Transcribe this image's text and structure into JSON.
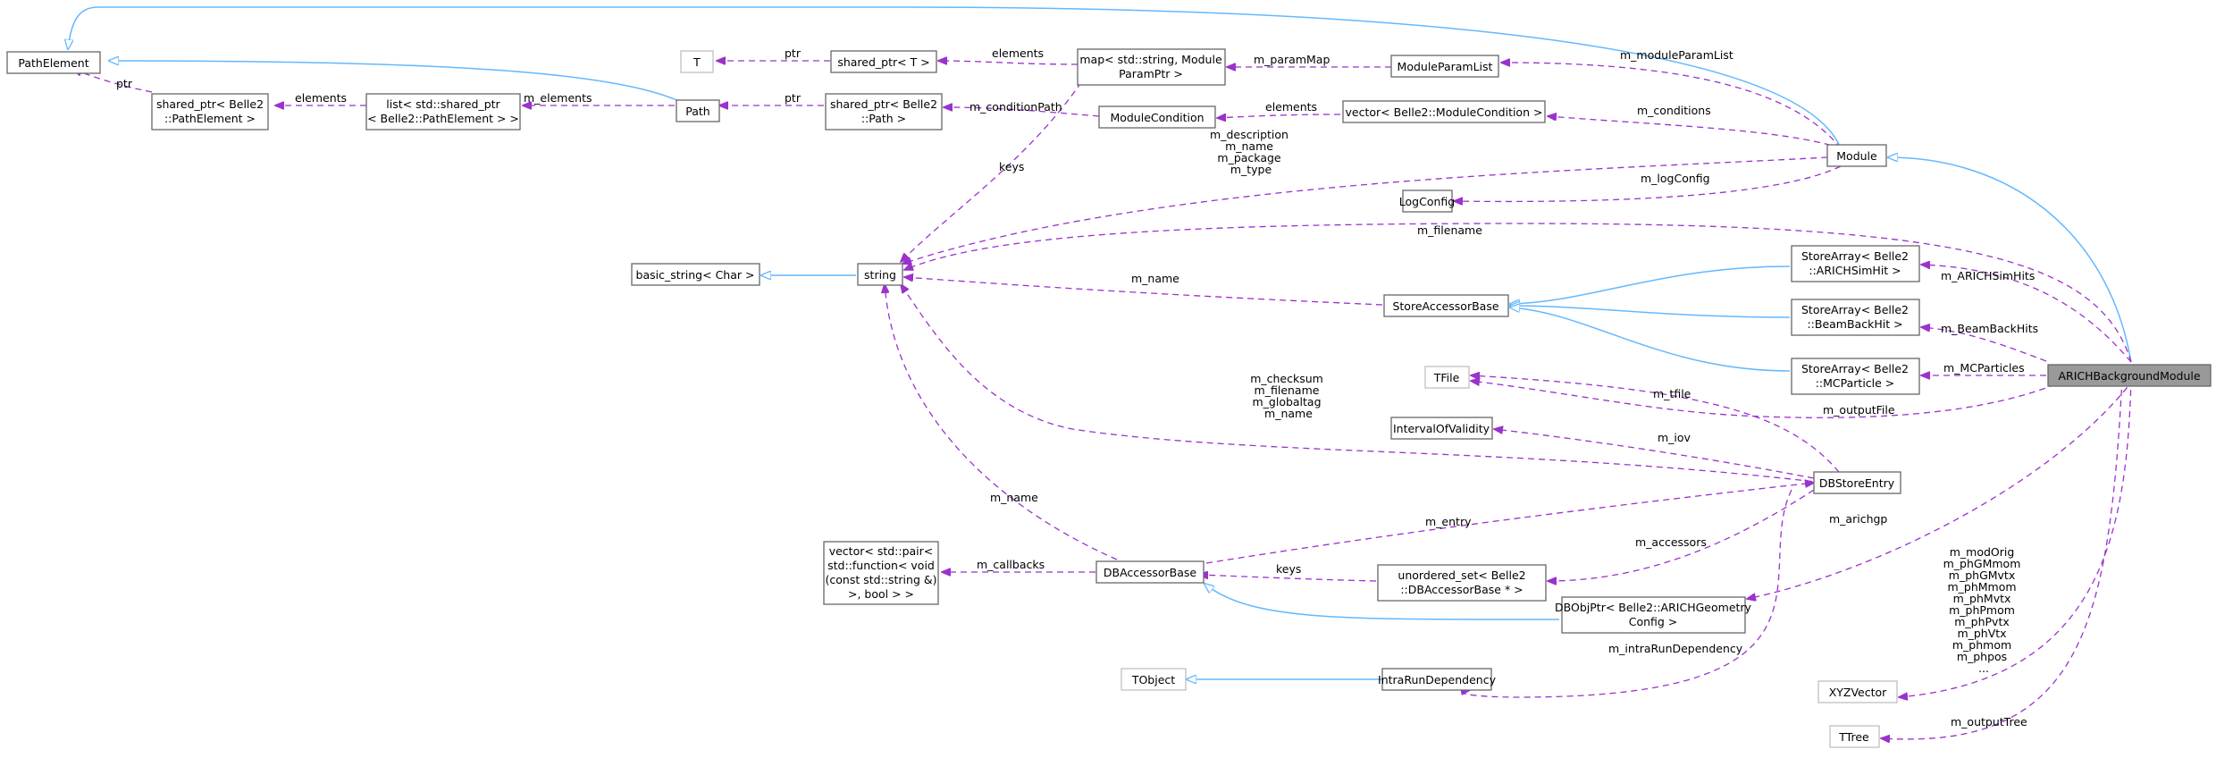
{
  "diagram": {
    "nodes": {
      "path_element": "PathElement",
      "shared_ptr_pathelement": [
        "shared_ptr< Belle2",
        "::PathElement >"
      ],
      "list_pathelement": [
        "list< std::shared_ptr",
        "< Belle2::PathElement > >"
      ],
      "path": "Path",
      "t": "T",
      "shared_ptr_t": "shared_ptr< T >",
      "shared_ptr_path": [
        "shared_ptr< Belle2",
        "::Path >"
      ],
      "map_module": [
        "map< std::string, Module",
        "ParamPtr >"
      ],
      "module_param_list": "ModuleParamList",
      "module_condition": "ModuleCondition",
      "vector_module_condition": "vector< Belle2::ModuleCondition >",
      "module": "Module",
      "log_config": "LogConfig",
      "basic_string": "basic_string< Char >",
      "string": "string",
      "store_accessor_base": "StoreAccessorBase",
      "store_array_arich": [
        "StoreArray< Belle2",
        "::ARICHSimHit >"
      ],
      "store_array_beamback": [
        "StoreArray< Belle2",
        "::BeamBackHit >"
      ],
      "store_array_mcparticle": [
        "StoreArray< Belle2",
        "::MCParticle >"
      ],
      "arich_background_module": "ARICHBackgroundModule",
      "tfile": "TFile",
      "interval_of_validity": "IntervalOfValidity",
      "db_store_entry": "DBStoreEntry",
      "vector_pair_function": [
        "vector< std::pair<",
        "std::function< void",
        "(const std::string &)",
        ">, bool > >"
      ],
      "db_accessor_base": "DBAccessorBase",
      "unordered_set": [
        "unordered_set< Belle2",
        "::DBAccessorBase * >"
      ],
      "dbobjptr_arich": [
        "DBObjPtr< Belle2::ARICHGeometry",
        "Config >"
      ],
      "tobject": "TObject",
      "intra_run_dependency": "IntraRunDependency",
      "xyzvector": "XYZVector",
      "ttree": "TTree"
    },
    "edge_labels": {
      "ptr_pathelement": "ptr",
      "elements_list": "elements",
      "m_elements": "m_elements",
      "ptr_t": "ptr",
      "elements_map": "elements",
      "ptr_path": "ptr",
      "m_paramMap": "m_paramMap",
      "m_moduleParamList": "m_moduleParamList",
      "m_conditionPath": "m_conditionPath",
      "elements_condition": "elements",
      "m_conditions": "m_conditions",
      "keys_map": "keys",
      "module_strings": [
        "m_description",
        "m_name",
        "m_package",
        "m_type"
      ],
      "m_logConfig": "m_logConfig",
      "m_filename": "m_filename",
      "m_name_store": "m_name",
      "m_ARICHSimHits": "m_ARICHSimHits",
      "m_BeamBackHits": "m_BeamBackHits",
      "m_MCParticles": "m_MCParticles",
      "m_tfile": "m_tfile",
      "m_outputFile": "m_outputFile",
      "dbstore_strings": [
        "m_checksum",
        "m_filename",
        "m_globaltag",
        "m_name"
      ],
      "m_iov": "m_iov",
      "m_name_dbaccessor": "m_name",
      "m_entry": "m_entry",
      "m_accessors": "m_accessors",
      "m_arichgp": "m_arichgp",
      "m_callbacks": "m_callbacks",
      "keys_unordered": "keys",
      "m_intraRunDependency": "m_intraRunDependency",
      "vector_members": [
        "m_modOrig",
        "m_phGMmom",
        "m_phGMvtx",
        "m_phMmom",
        "m_phMvtx",
        "m_phPmom",
        "m_phPvtx",
        "m_phVtx",
        "m_phmom",
        "m_phpos",
        "..."
      ],
      "m_outputTree": "m_outputTree"
    }
  }
}
